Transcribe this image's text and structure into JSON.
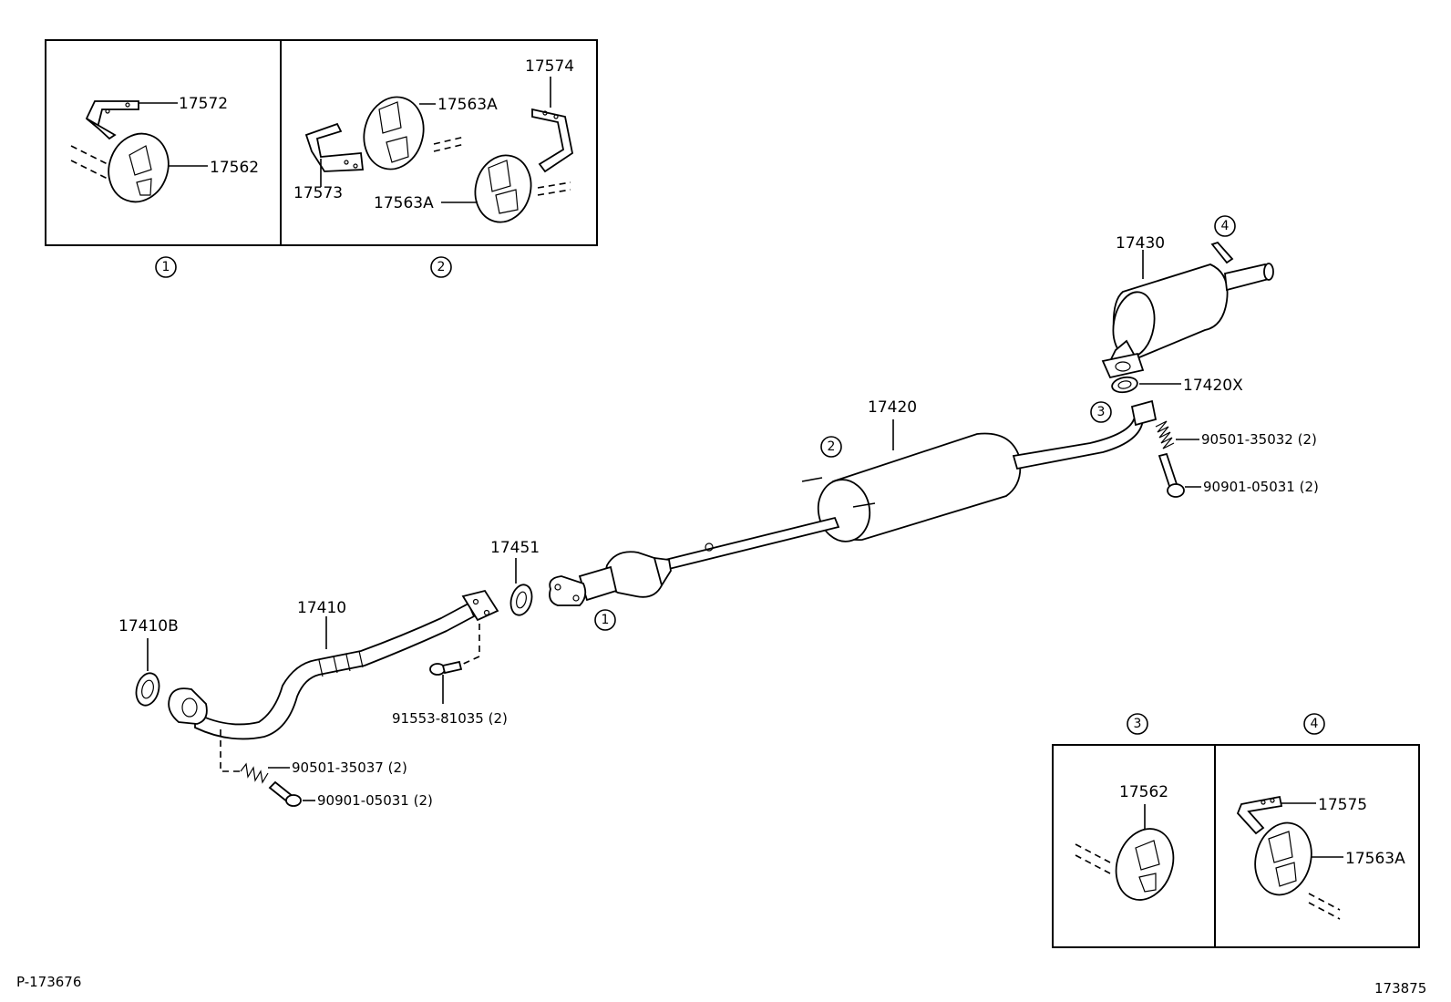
{
  "labels": {
    "p17572_top": "17572",
    "p17562_top": "17562",
    "p17573": "17573",
    "p17563A_a": "17563A",
    "p17563A_b": "17563A",
    "p17574": "17574",
    "p17430": "17430",
    "p17420X": "17420X",
    "p17420": "17420",
    "p90501_35032": "90501-35032 (2)",
    "p90901_05031_r": "90901-05031 (2)",
    "p17451": "17451",
    "p17410": "17410",
    "p17410B": "17410B",
    "p91553_81035": "91553-81035 (2)",
    "p90501_35037": "90501-35037 (2)",
    "p90901_05031_l": "90901-05031 (2)",
    "p17562_bot": "17562",
    "p17575": "17575",
    "p17563A_c": "17563A"
  },
  "circles": {
    "c1_box": "1",
    "c2_box": "2",
    "c3_box": "3",
    "c4_box": "4",
    "c4_muffler": "4",
    "c3_pipe": "3",
    "c2_center": "2",
    "c1_conv": "1"
  },
  "footer": {
    "left_code": "P-173676",
    "right_code": "173875"
  }
}
